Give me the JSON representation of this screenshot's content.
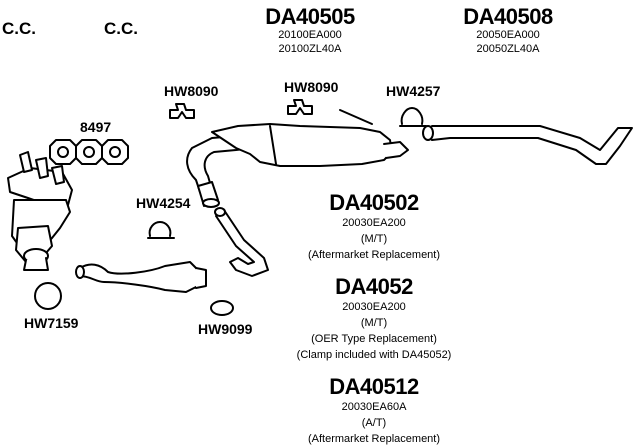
{
  "labels": {
    "cc_left": "C.C.",
    "cc_right": "C.C.",
    "main_rear": {
      "part": "DA40505",
      "oem1": "20100EA000",
      "oem2": "20100ZL40A"
    },
    "tail_rear": {
      "part": "DA40508",
      "oem1": "20050EA000",
      "oem2": "20050ZL40A"
    },
    "hanger_a": "HW8090",
    "hanger_b": "HW8090",
    "clamp_top": "HW4257",
    "gasket_set": "8497",
    "clamp_mid": "HW4254",
    "gasket_ring": "HW7159",
    "flange_gasket": "HW9099",
    "mid_1": {
      "part": "DA40502",
      "oem": "20030EA200",
      "trans": "(M/T)",
      "note": "(Aftermarket Replacement)"
    },
    "mid_2": {
      "part": "DA4052",
      "oem": "20030EA200",
      "trans": "(M/T)",
      "note": "(OER Type Replacement)",
      "note2": "(Clamp included with DA45052)"
    },
    "mid_3": {
      "part": "DA40512",
      "oem": "20030EA60A",
      "trans": "(A/T)",
      "note": "(Aftermarket Replacement)"
    }
  }
}
